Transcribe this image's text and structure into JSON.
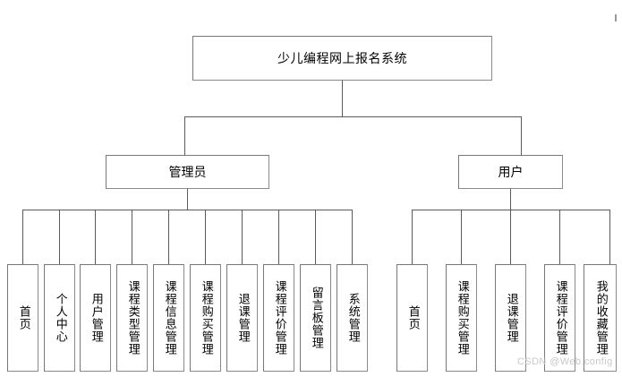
{
  "diagram": {
    "title_node": {
      "label": "少儿编程网上报名系统"
    },
    "level2": [
      {
        "key": "admin",
        "label": "管理员"
      },
      {
        "key": "user",
        "label": "用户"
      }
    ],
    "admin_children": [
      {
        "label": "首页"
      },
      {
        "label": "个人中心"
      },
      {
        "label": "用户管理"
      },
      {
        "label": "课程类型管理"
      },
      {
        "label": "课程信息管理"
      },
      {
        "label": "课程购买管理"
      },
      {
        "label": "退课管理"
      },
      {
        "label": "课程评价管理"
      },
      {
        "label": "留言板管理"
      },
      {
        "label": "系统管理"
      }
    ],
    "user_children": [
      {
        "label": "首页"
      },
      {
        "label": "课程购买管理"
      },
      {
        "label": "退课管理"
      },
      {
        "label": "课程评价管理"
      },
      {
        "label": "我的收藏管理"
      }
    ],
    "watermark": "CSDN @Web.config",
    "colors": {
      "box_border": "#777777",
      "line": "#5a5a5a",
      "background": "#ffffff",
      "text": "#000000",
      "watermark": "#c9c9c9"
    }
  }
}
